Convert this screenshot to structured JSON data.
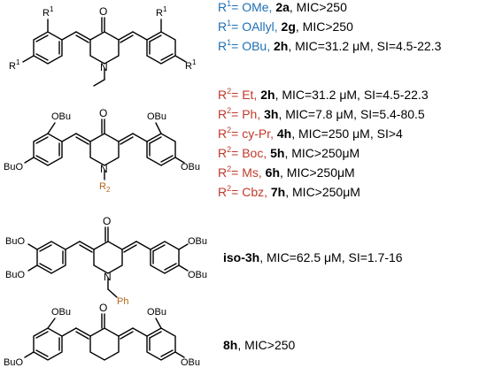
{
  "row1": {
    "struct_labels": {
      "o": "O",
      "n": "N",
      "r1_a": "R1",
      "r1_b": "R1",
      "r1_c": "R1",
      "r1_d": "R1"
    },
    "lines": [
      {
        "r_prefix": "R",
        "r_sup": "1",
        "r_eq": "= OMe,",
        "cmpd": "2a",
        "rest": ", MIC>250"
      },
      {
        "r_prefix": "R",
        "r_sup": "1",
        "r_eq": "= OAllyl,",
        "cmpd": "2g",
        "rest": ", MIC>250"
      },
      {
        "r_prefix": "R",
        "r_sup": "1",
        "r_eq": "= OBu,",
        "cmpd": "2h",
        "rest": ", MIC=31.2 μM, SI=4.5-22.3"
      }
    ]
  },
  "row2": {
    "struct_labels": {
      "o": "O",
      "n": "N",
      "obu_a": "OBu",
      "obu_b": "OBu",
      "bu_a": "BuO",
      "bu_b": "OBu",
      "r2": "R2"
    },
    "lines": [
      {
        "r_prefix": "R",
        "r_sup": "2",
        "r_eq": "= Et,",
        "cmpd": "2h",
        "rest": ", MIC=31.2 μM, SI=4.5-22.3"
      },
      {
        "r_prefix": "R",
        "r_sup": "2",
        "r_eq": "= Ph,",
        "cmpd": "3h",
        "rest": ", MIC=7.8 μM, SI=5.4-80.5"
      },
      {
        "r_prefix": "R",
        "r_sup": "2",
        "r_eq": "= cy-Pr,",
        "cmpd": "4h",
        "rest": ", MIC=250 μM, SI>4"
      },
      {
        "r_prefix": "R",
        "r_sup": "2",
        "r_eq": "= Boc,",
        "cmpd": "5h",
        "rest": ", MIC>250μM"
      },
      {
        "r_prefix": "R",
        "r_sup": "2",
        "r_eq": "= Ms,",
        "cmpd": "6h",
        "rest": ", MIC>250μM"
      },
      {
        "r_prefix": "R",
        "r_sup": "2",
        "r_eq": "= Cbz,",
        "cmpd": "7h",
        "rest": ", MIC>250μM"
      }
    ]
  },
  "row3": {
    "struct_labels": {
      "o": "O",
      "n": "N",
      "buo_a": "BuO",
      "buo_b": "BuO",
      "obu_a": "OBu",
      "obu_b": "OBu",
      "ph": "Ph"
    },
    "line": {
      "cmpd": "iso-3h",
      "rest": ", MIC=62.5 μM, SI=1.7-16"
    }
  },
  "row4": {
    "struct_labels": {
      "o": "O",
      "obu_a": "OBu",
      "obu_b": "OBu",
      "buo_a": "BuO",
      "obu_c": "OBu"
    },
    "line": {
      "cmpd": "8h",
      "rest": ", MIC>250"
    }
  }
}
